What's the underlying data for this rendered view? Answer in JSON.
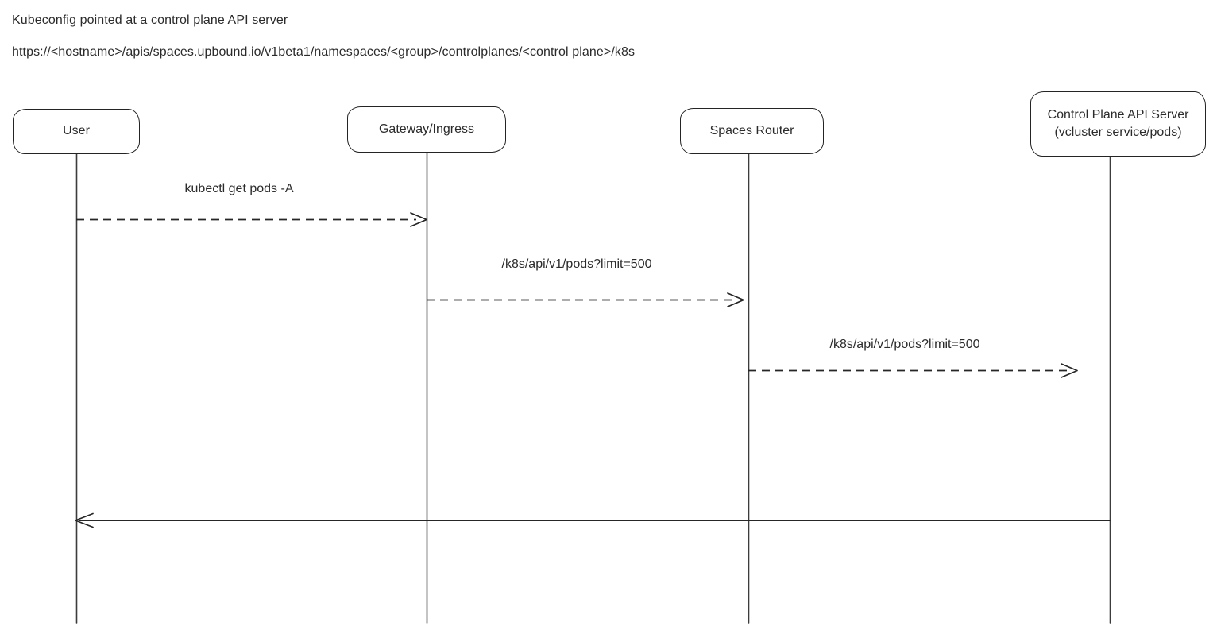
{
  "header": {
    "title": "Kubeconfig pointed at a control plane API server",
    "url": "https://<hostname>/apis/spaces.upbound.io/v1beta1/namespaces/<group>/controlplanes/<control plane>/k8s"
  },
  "diagram": {
    "type": "sequence",
    "actors": [
      {
        "id": "user",
        "label": "User"
      },
      {
        "id": "gateway",
        "label": "Gateway/Ingress"
      },
      {
        "id": "spaces-router",
        "label": "Spaces Router"
      },
      {
        "id": "control-plane",
        "lines": [
          "Control Plane API Server",
          "(vcluster service/pods)"
        ]
      }
    ],
    "messages": [
      {
        "from": "user",
        "to": "gateway",
        "label": "kubectl get pods -A",
        "style": "dashed"
      },
      {
        "from": "gateway",
        "to": "spaces-router",
        "label": "/k8s/api/v1/pods?limit=500",
        "style": "dashed"
      },
      {
        "from": "spaces-router",
        "to": "control-plane",
        "label": "/k8s/api/v1/pods?limit=500",
        "style": "dashed"
      },
      {
        "from": "control-plane",
        "to": "user",
        "label": "",
        "style": "solid"
      }
    ]
  },
  "colors": {
    "background": "#ffffff",
    "stroke": "#262626",
    "text": "#2b2b2b"
  }
}
